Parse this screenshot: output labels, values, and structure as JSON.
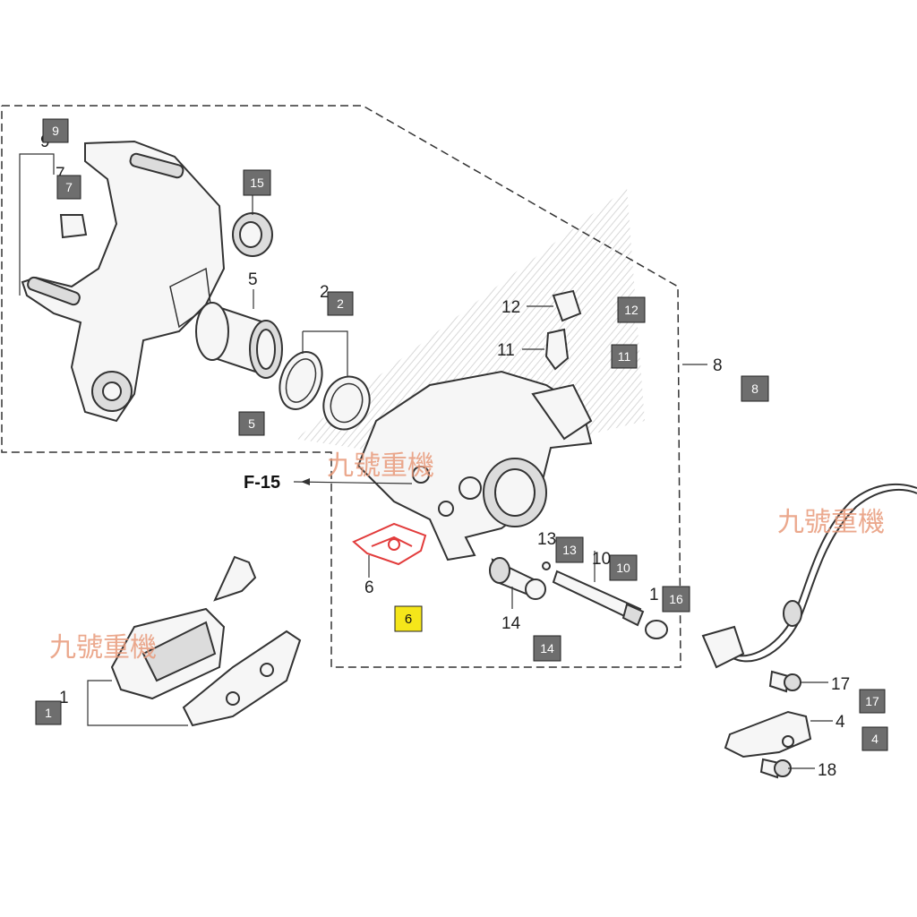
{
  "reference": "F-15",
  "watermarks": [
    "九號重機",
    "九號重機",
    "九號重機"
  ],
  "callouts": [
    {
      "id": "c9",
      "text": "9"
    },
    {
      "id": "c7",
      "text": "7"
    },
    {
      "id": "c15",
      "text": "15"
    },
    {
      "id": "c5",
      "text": "5"
    },
    {
      "id": "c2",
      "text": "2"
    },
    {
      "id": "c12",
      "text": "12"
    },
    {
      "id": "c11",
      "text": "11"
    },
    {
      "id": "c8",
      "text": "8"
    },
    {
      "id": "c6",
      "text": "6"
    },
    {
      "id": "c13",
      "text": "13"
    },
    {
      "id": "c10",
      "text": "10"
    },
    {
      "id": "c16",
      "text": "1"
    },
    {
      "id": "c14",
      "text": "14"
    },
    {
      "id": "c1",
      "text": "1"
    },
    {
      "id": "c17",
      "text": "17"
    },
    {
      "id": "c4",
      "text": "4"
    },
    {
      "id": "c18",
      "text": "18"
    }
  ],
  "boxes": [
    {
      "id": "b9",
      "text": "9",
      "highlight": false
    },
    {
      "id": "b7",
      "text": "7",
      "highlight": false
    },
    {
      "id": "b15",
      "text": "15",
      "highlight": false
    },
    {
      "id": "b5",
      "text": "5",
      "highlight": false
    },
    {
      "id": "b2",
      "text": "2",
      "highlight": false
    },
    {
      "id": "b12",
      "text": "12",
      "highlight": false
    },
    {
      "id": "b11",
      "text": "11",
      "highlight": false
    },
    {
      "id": "b8",
      "text": "8",
      "highlight": false
    },
    {
      "id": "b6",
      "text": "6",
      "highlight": true
    },
    {
      "id": "b13",
      "text": "13",
      "highlight": false
    },
    {
      "id": "b10",
      "text": "10",
      "highlight": false
    },
    {
      "id": "b16",
      "text": "16",
      "highlight": false
    },
    {
      "id": "b14",
      "text": "14",
      "highlight": false
    },
    {
      "id": "b1",
      "text": "1",
      "highlight": false
    },
    {
      "id": "b17",
      "text": "17",
      "highlight": false
    },
    {
      "id": "b4",
      "text": "4",
      "highlight": false
    }
  ],
  "colors": {
    "box_fill": "#6e6e6e",
    "highlight_fill": "#f5e61a",
    "highlight_part": "#e23b3b",
    "watermark": "#e89a7a"
  }
}
